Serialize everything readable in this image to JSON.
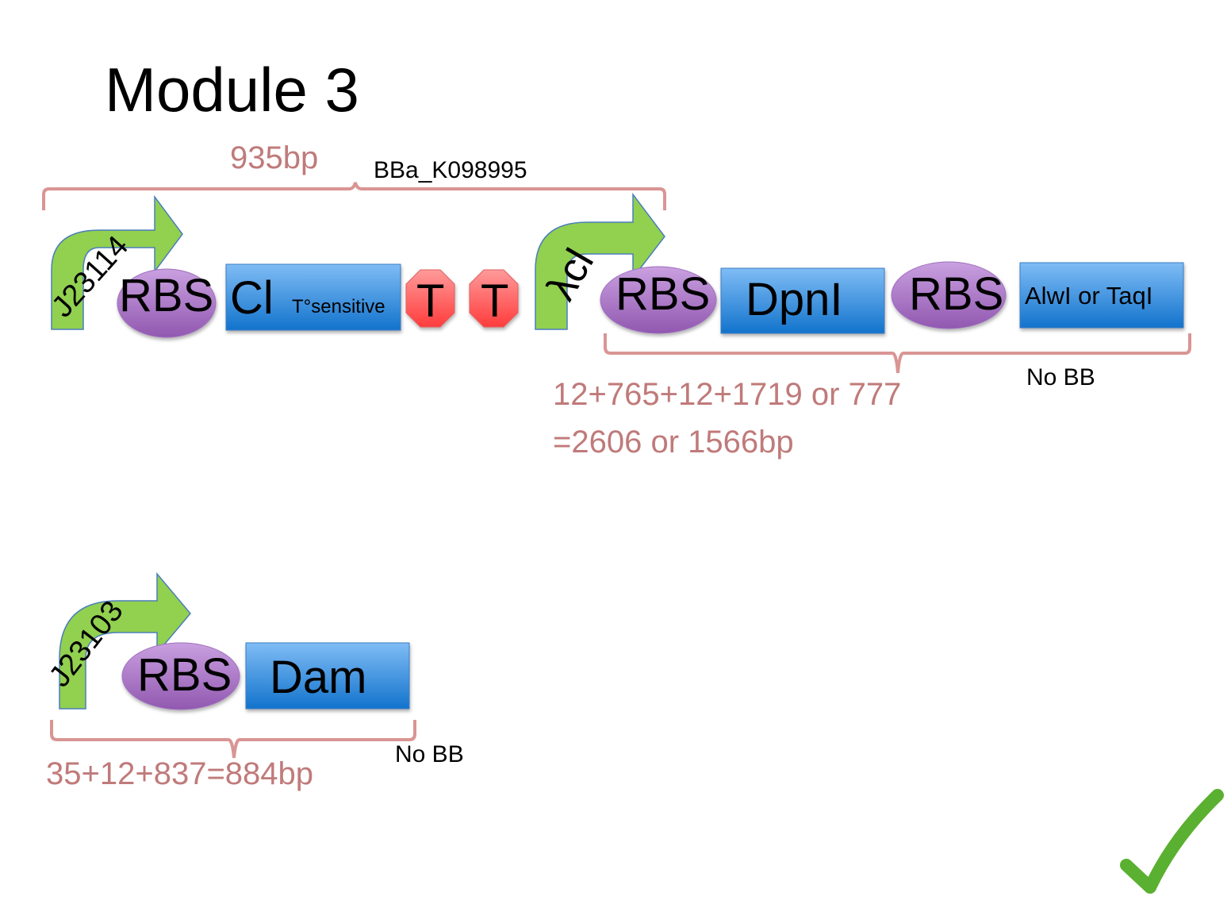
{
  "title": "Module 3",
  "construct1": {
    "length_label": "935bp",
    "part_id": "BBa_K098995",
    "promoter1": "J23114",
    "rbs1": "RBS",
    "gene1": "Cl",
    "gene1_note": "T°sensitive",
    "terminator1": "T",
    "terminator2": "T",
    "promoter2": "λcl"
  },
  "construct2": {
    "rbs1": "RBS",
    "gene1": "DpnI",
    "rbs2": "RBS",
    "gene2": "AlwI or TaqI",
    "length_line1": "12+765+12+1719 or  777",
    "length_line2": "=2606 or 1566bp",
    "backbone_note": "No BB"
  },
  "construct3": {
    "promoter": "J23103",
    "rbs": "RBS",
    "gene": "Dam",
    "length_label": "35+12+837=884bp",
    "backbone_note": "No BB"
  },
  "status_icon": "checkmark-icon",
  "colors": {
    "promoter": "#92d050",
    "rbs": "#a66fc4",
    "cds": "#2f8ddc",
    "terminator": "#ff4b4b",
    "bracket": "#d99594",
    "bp_text": "#c0504d",
    "check": "#5ab030"
  }
}
